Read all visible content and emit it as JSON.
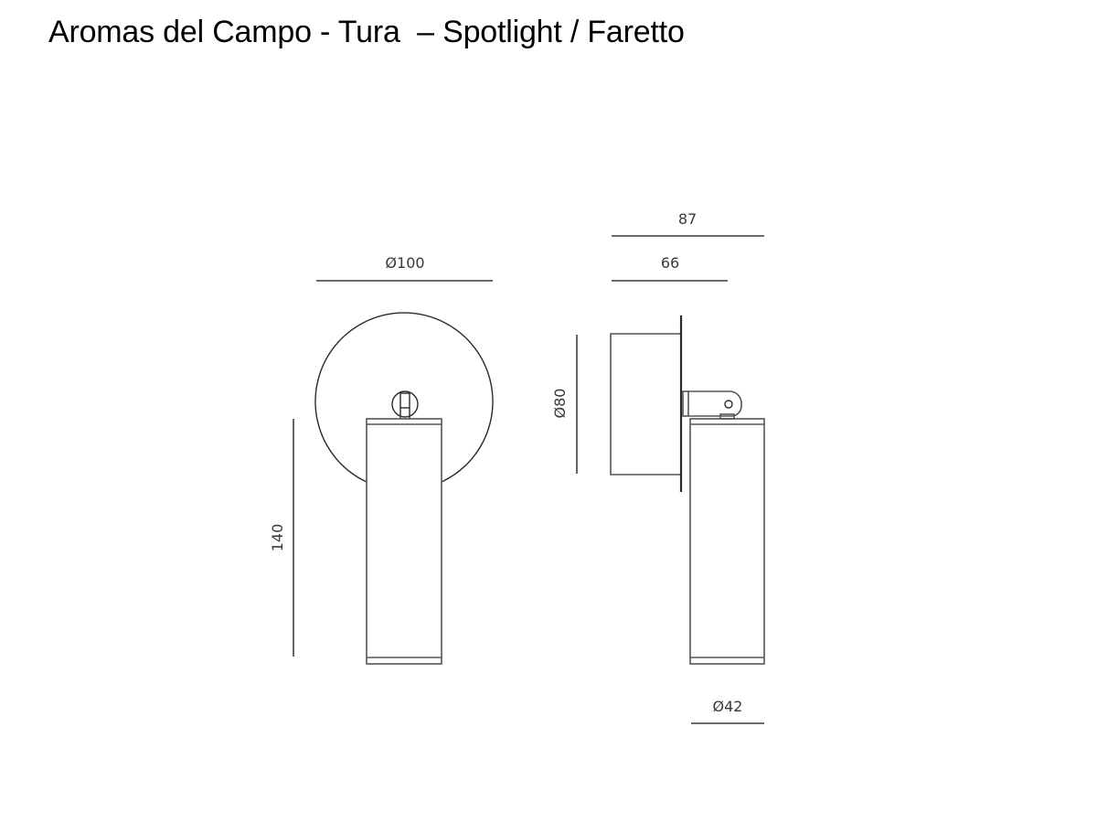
{
  "title": "Aromas del Campo - Tura  – Spotlight / Faretto",
  "dimensions": {
    "front_view": {
      "base_diameter": "Ø100",
      "height": "140"
    },
    "side_view": {
      "overall_depth": "87",
      "base_depth": "66",
      "base_diameter": "Ø80",
      "head_diameter": "Ø42"
    }
  },
  "colors": {
    "background": "#ffffff",
    "line": "#555555",
    "text": "#3a3a3a"
  }
}
